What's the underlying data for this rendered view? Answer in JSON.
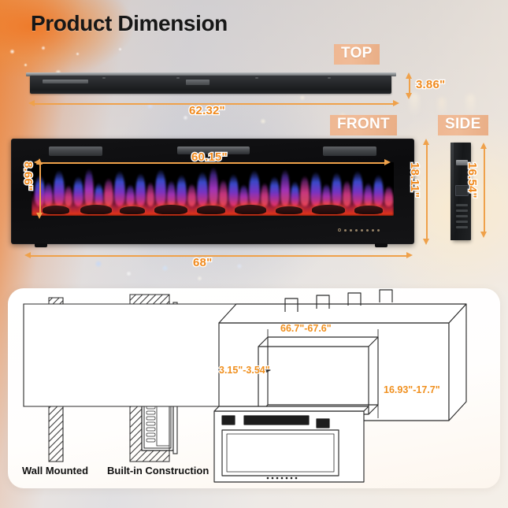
{
  "page": {
    "title": "Product Dimension"
  },
  "views": {
    "top": {
      "badge": "TOP",
      "width": "62.32\"",
      "height": "3.86\""
    },
    "front": {
      "badge": "FRONT",
      "glass_width": "60.15\"",
      "glass_height": "8.66\"",
      "overall_width": "68\"",
      "overall_height": "18.11\""
    },
    "side": {
      "badge": "SIDE",
      "height": "16.54\""
    }
  },
  "installation": {
    "wall_mounted_label": "Wall Mounted",
    "built_in_label": "Built-in Construction",
    "recess_width": "66.7\"-67.6\"",
    "recess_depth": "3.15\"-3.54\"",
    "recess_height": "16.93\"-17.7\""
  },
  "colors": {
    "accent_orange": "#f08a1e",
    "dim_line": "#efa14a",
    "badge_bg": "#efb792",
    "title_text": "#171717"
  },
  "icons": {
    "power": "power-icon",
    "touch_control": "touch-control-icon"
  }
}
